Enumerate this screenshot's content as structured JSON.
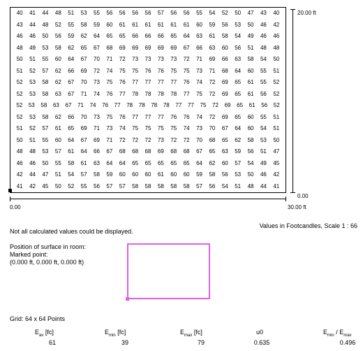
{
  "grid": {
    "values": [
      [
        40,
        41,
        44,
        48,
        51,
        53,
        55,
        56,
        56,
        56,
        56,
        57,
        56,
        56,
        55,
        54,
        52,
        50,
        47,
        43,
        40
      ],
      [
        43,
        44,
        48,
        52,
        55,
        58,
        59,
        60,
        61,
        61,
        61,
        61,
        61,
        61,
        60,
        59,
        56,
        53,
        50,
        46,
        42
      ],
      [
        46,
        46,
        50,
        56,
        59,
        62,
        64,
        65,
        65,
        66,
        66,
        66,
        65,
        64,
        63,
        61,
        58,
        54,
        49,
        46,
        46
      ],
      [
        48,
        49,
        53,
        58,
        62,
        65,
        67,
        68,
        69,
        69,
        69,
        69,
        69,
        67,
        66,
        63,
        60,
        56,
        51,
        48,
        48
      ],
      [
        50,
        51,
        55,
        60,
        64,
        67,
        70,
        71,
        72,
        73,
        73,
        73,
        73,
        72,
        71,
        69,
        66,
        63,
        58,
        54,
        50
      ],
      [
        51,
        52,
        57,
        62,
        66,
        69,
        72,
        74,
        75,
        75,
        76,
        76,
        75,
        75,
        73,
        71,
        68,
        64,
        60,
        55,
        51
      ],
      [
        52,
        53,
        58,
        62,
        67,
        70,
        73,
        75,
        76,
        77,
        77,
        77,
        77,
        76,
        74,
        72,
        69,
        65,
        61,
        55,
        52
      ],
      [
        52,
        53,
        58,
        63,
        67,
        71,
        74,
        76,
        77,
        78,
        78,
        78,
        78,
        77,
        75,
        72,
        69,
        65,
        61,
        56,
        52
      ],
      [
        52,
        53,
        58,
        63,
        67,
        71,
        74,
        76,
        77,
        78,
        78,
        78,
        78,
        77,
        77,
        75,
        72,
        69,
        65,
        61,
        56,
        52
      ],
      [
        52,
        53,
        58,
        62,
        66,
        70,
        73,
        75,
        76,
        77,
        77,
        77,
        76,
        76,
        74,
        72,
        69,
        65,
        60,
        55,
        51
      ],
      [
        51,
        52,
        57,
        61,
        65,
        69,
        71,
        73,
        74,
        75,
        75,
        75,
        75,
        74,
        73,
        70,
        67,
        64,
        60,
        54,
        51
      ],
      [
        50,
        51,
        55,
        60,
        64,
        67,
        69,
        71,
        72,
        72,
        72,
        73,
        72,
        72,
        70,
        68,
        65,
        62,
        58,
        53,
        50
      ],
      [
        48,
        48,
        53,
        57,
        61,
        64,
        66,
        67,
        68,
        68,
        68,
        69,
        68,
        68,
        67,
        65,
        63,
        59,
        56,
        51,
        47
      ],
      [
        46,
        46,
        50,
        55,
        58,
        61,
        63,
        64,
        64,
        65,
        65,
        65,
        65,
        65,
        64,
        62,
        60,
        57,
        54,
        49,
        45
      ],
      [
        42,
        44,
        47,
        51,
        54,
        57,
        58,
        59,
        60,
        60,
        60,
        61,
        60,
        60,
        59,
        58,
        56,
        53,
        50,
        46,
        42
      ],
      [
        41,
        42,
        45,
        50,
        52,
        55,
        56,
        57,
        57,
        58,
        58,
        58,
        58,
        58,
        57,
        56,
        54,
        51,
        48,
        44,
        41
      ]
    ]
  },
  "axis": {
    "y_top": "20.00 ft",
    "y_bottom": "0.00",
    "x_left": "0.00",
    "x_right": "30.00 ft"
  },
  "scale_note": "Values in Footcandles, Scale 1 : 66",
  "display_note": "Not all calculated values could be displayed.",
  "position": {
    "line1": "Position of surface in room:",
    "line2": "Marked point:",
    "line3": "(0.000 ft, 0.000 ft, 0.000 ft)"
  },
  "grid_info": "Grid: 64 x 64 Points",
  "summary": {
    "eav_label": "E",
    "eav_sub": "av",
    "eav_unit": " [fc]",
    "eav_value": "61",
    "emin_label": "E",
    "emin_sub": "min",
    "emin_unit": " [fc]",
    "emin_value": "39",
    "emax_label": "E",
    "emax_sub": "max",
    "emax_unit": " [fc]",
    "emax_value": "79",
    "u0_label": "u0",
    "u0_value": "0.635",
    "ratio_a": "E",
    "ratio_a_sub": "min",
    "ratio_sep": " / E",
    "ratio_b_sub": "max",
    "ratio_value": "0.496"
  },
  "colors": {
    "room_outline": "#e060e0"
  }
}
